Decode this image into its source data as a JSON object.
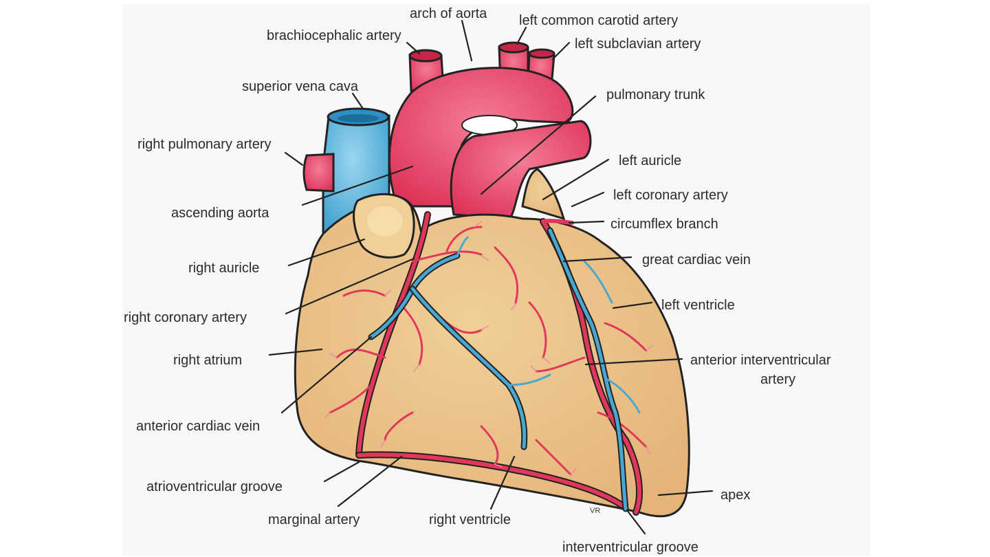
{
  "labels": {
    "arch_of_aorta": "arch of aorta",
    "left_common_carotid_artery": "left common carotid artery",
    "brachiocephalic_artery": "brachiocephalic artery",
    "left_subclavian_artery": "left subclavian artery",
    "superior_vena_cava": "superior vena cava",
    "pulmonary_trunk": "pulmonary trunk",
    "right_pulmonary_artery": "right pulmonary artery",
    "left_auricle": "left auricle",
    "ascending_aorta": "ascending aorta",
    "left_coronary_artery": "left coronary artery",
    "circumflex_branch": "circumflex branch",
    "right_auricle": "right auricle",
    "great_cardiac_vein": "great cardiac vein",
    "left_ventricle": "left ventricle",
    "right_coronary_artery": "right coronary artery",
    "right_atrium": "right atrium",
    "anterior_interventricular_artery_line1": "anterior interventricular",
    "anterior_interventricular_artery_line2": "artery",
    "anterior_cardiac_vein": "anterior cardiac vein",
    "atrioventricular_groove": "atrioventricular groove",
    "apex": "apex",
    "marginal_artery": "marginal artery",
    "right_ventricle": "right ventricle",
    "interventricular_groove": "interventricular groove"
  },
  "signature": "VR",
  "colors": {
    "muscle": "#e9bd85",
    "muscle_highlight": "#f5dca6",
    "artery": "#e0375b",
    "artery_light": "#ef6b87",
    "vein": "#4aa7d2",
    "vein_light": "#8fd0ee",
    "outline": "#222222",
    "text": "#2b2b2b"
  }
}
